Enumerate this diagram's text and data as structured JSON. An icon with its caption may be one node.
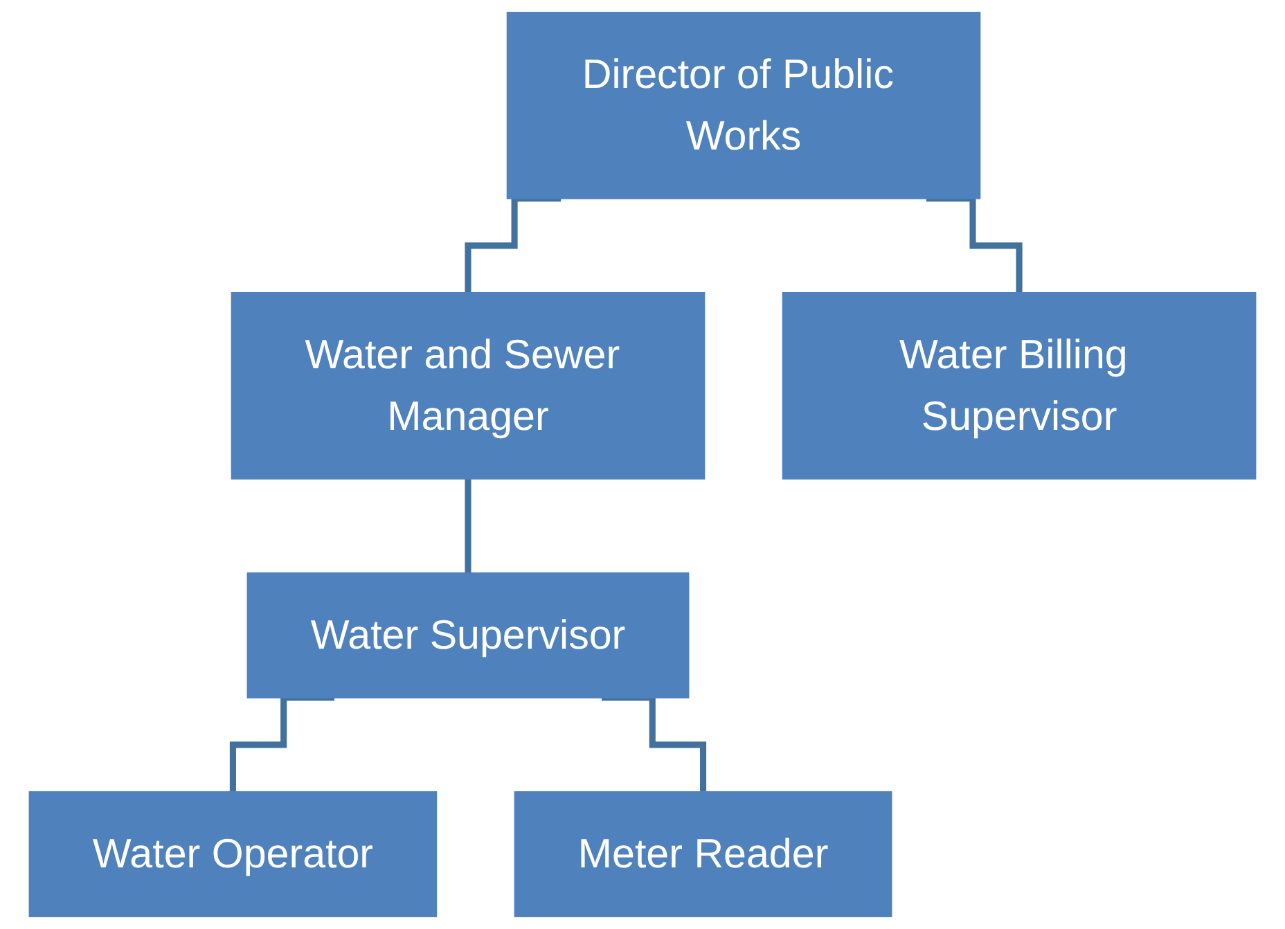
{
  "diagram": {
    "nodes": [
      {
        "text": [
          "Director of Public Works"
        ]
      },
      {
        "text": [
          "Water and Sewer Manager"
        ]
      },
      {
        "text": [
          "Water Billing Supervisor"
        ]
      },
      {
        "text": [
          "Water Supervisor"
        ]
      },
      {
        "text": [
          "Water Operator"
        ]
      },
      {
        "text": [
          "Meter Reader"
        ]
      }
    ],
    "edges": [
      {
        "from": 0,
        "to": 1,
        "arrow": "none"
      },
      {
        "from": 0,
        "to": 2,
        "arrow": "none"
      },
      {
        "from": 1,
        "to": 3,
        "arrow": "none"
      },
      {
        "from": 3,
        "to": 4,
        "arrow": "none"
      },
      {
        "from": 3,
        "to": 5,
        "arrow": "none"
      }
    ]
  }
}
